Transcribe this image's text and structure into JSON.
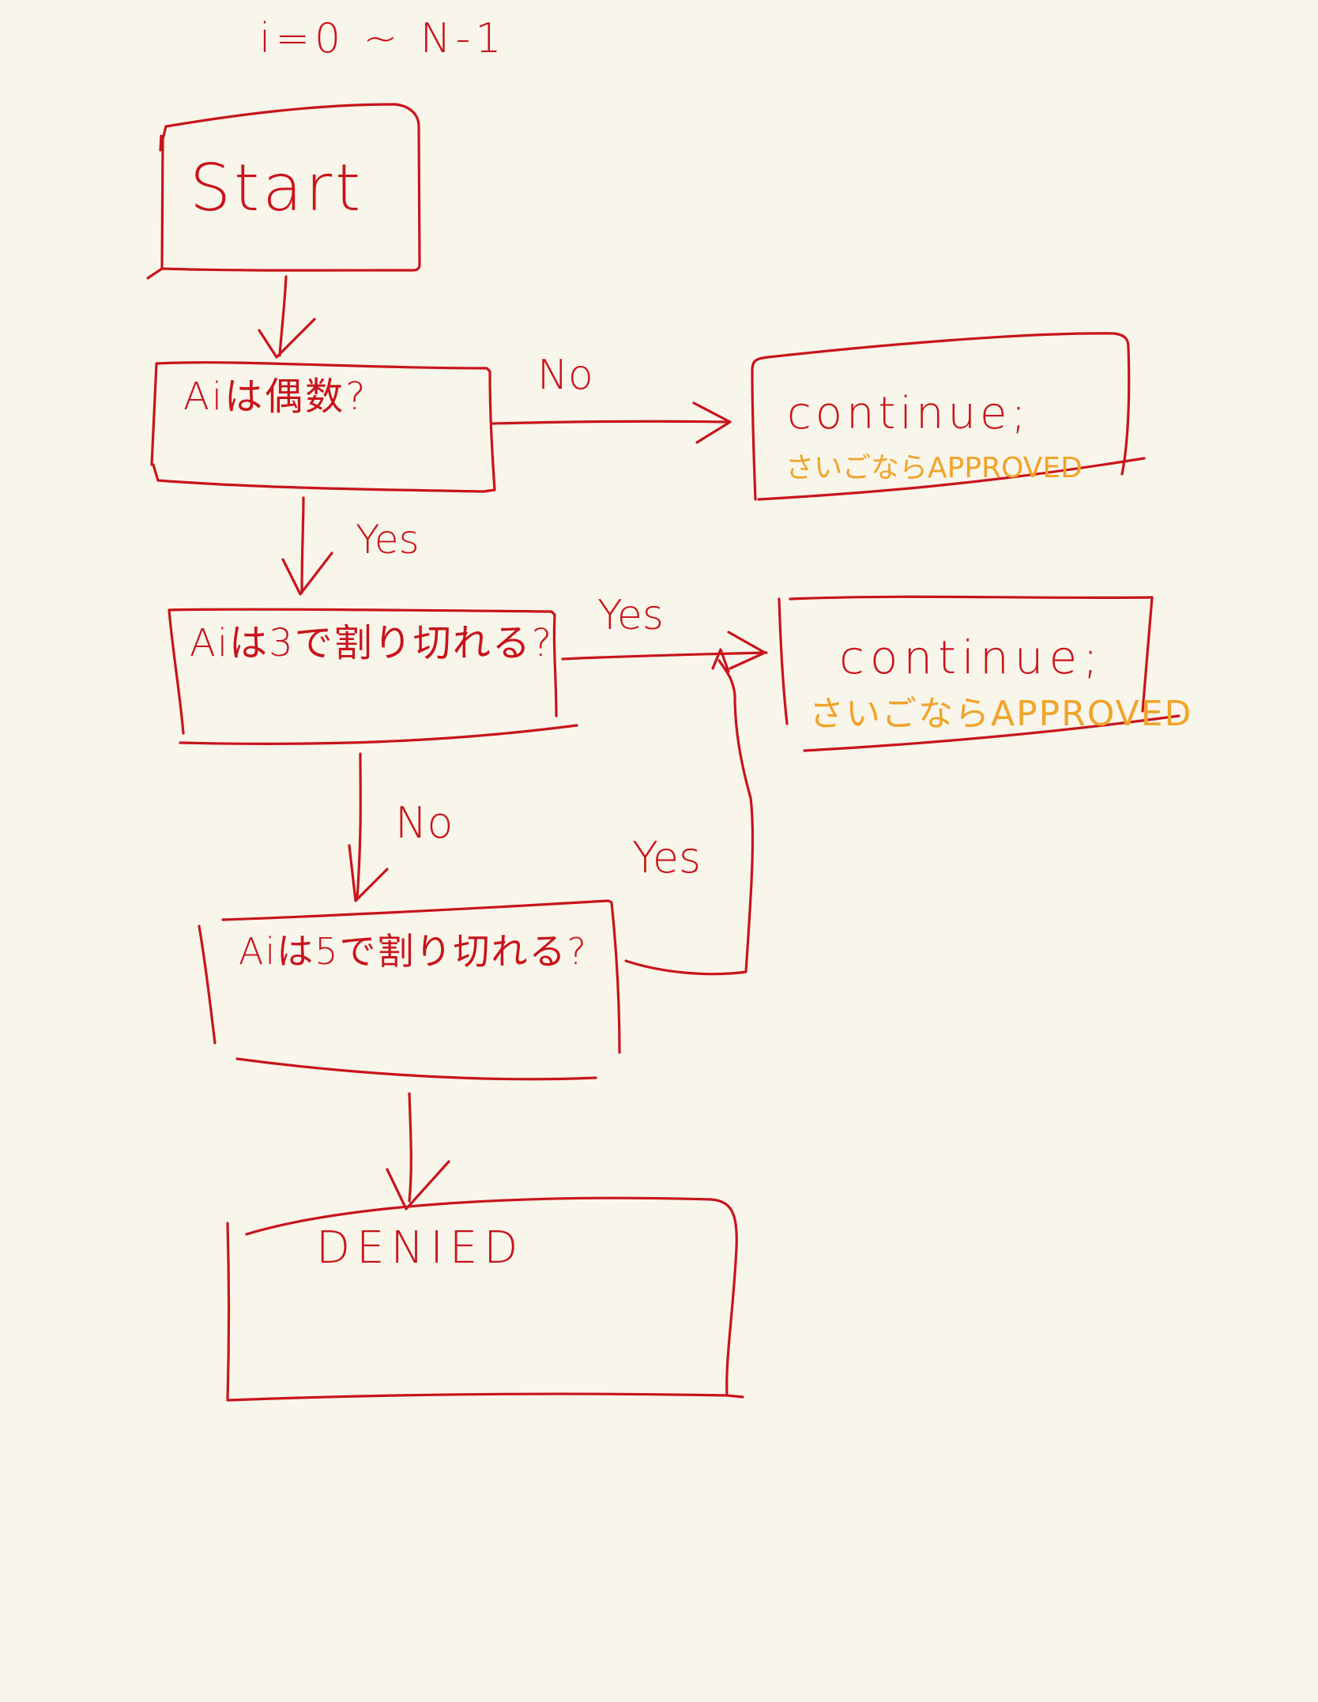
{
  "loop_label": "i=0 ~ N-1",
  "nodes": {
    "start": {
      "label": "Start"
    },
    "even_check": {
      "label": "Aiは偶数?"
    },
    "div3_check": {
      "label": "Aiは3で割り切れる?"
    },
    "div5_check": {
      "label": "Aiは5で割り切れる?"
    },
    "continue_1": {
      "label": "continue;",
      "note": "さいごならAPPROVED"
    },
    "continue_2": {
      "label": "continue;",
      "note": "さいごならAPPROVED"
    },
    "denied": {
      "label": "DENIED"
    }
  },
  "edges": {
    "even_no": "No",
    "even_yes": "Yes",
    "div3_yes": "Yes",
    "div3_no": "No",
    "div5_yes": "Yes"
  },
  "colors": {
    "ink": "#c8141c",
    "note": "#f0a42a",
    "paper": "#f8f5ea"
  }
}
